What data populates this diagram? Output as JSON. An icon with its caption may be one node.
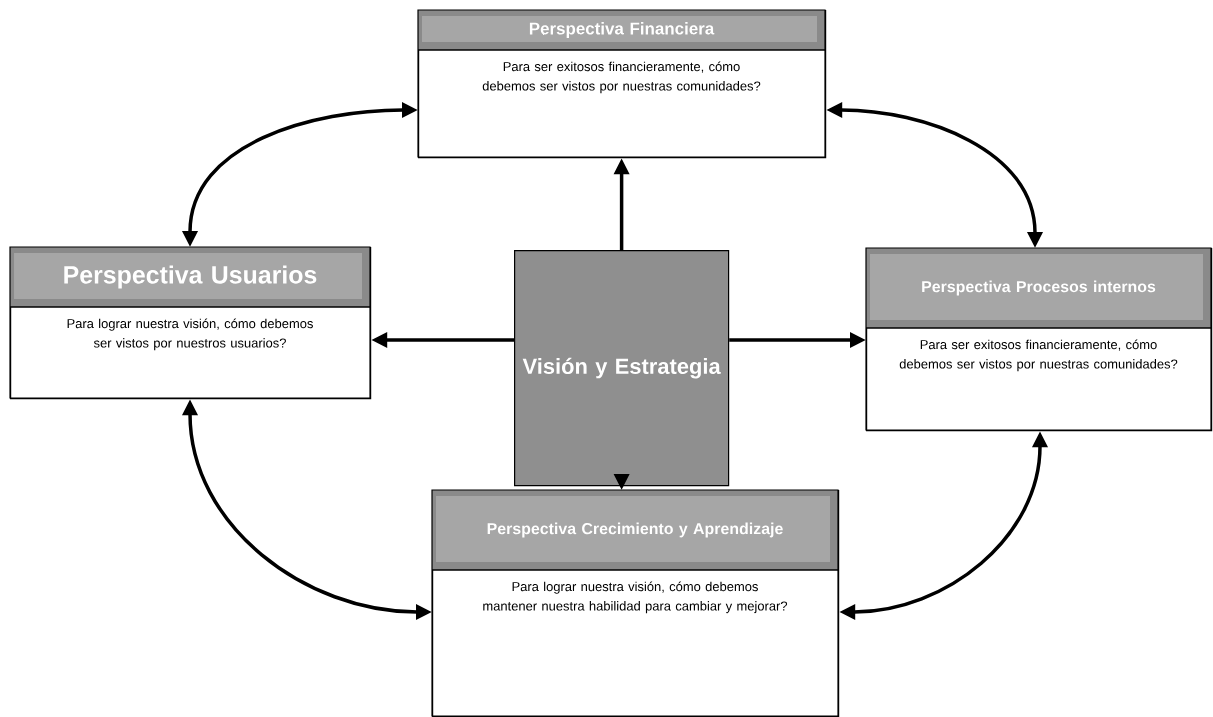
{
  "diagram": {
    "nodes": [
      {
        "text": [
          "Perspectiva Financiera",
          "Para ser exitosos financieramente, cómo debemos ser vistos por nuestras comunidades?"
        ]
      },
      {
        "text": [
          "Perspectiva Usuarios",
          "Para lograr nuestra visión, cómo debemos ser vistos por nuestros usuarios?"
        ]
      },
      {
        "text": [
          "Perspectiva Procesos  internos",
          "Para ser exitosos financieramente, cómo debemos ser vistos por nuestras comunidades?"
        ]
      },
      {
        "text": [
          "Perspectiva Crecimiento y Aprendizaje",
          "Para lograr nuestra visión, cómo debemos mantener nuestra habilidad para cambiar y mejorar?"
        ]
      },
      {
        "text": [
          "Visión y Estrategia"
        ]
      }
    ],
    "edges": [
      {
        "from": 4,
        "to": 0,
        "arrow": "to"
      },
      {
        "from": 4,
        "to": 1,
        "arrow": "to"
      },
      {
        "from": 4,
        "to": 2,
        "arrow": "to"
      },
      {
        "from": 4,
        "to": 3,
        "arrow": "to"
      },
      {
        "from": 0,
        "to": 1,
        "arrow": "both"
      },
      {
        "from": 0,
        "to": 2,
        "arrow": "both"
      },
      {
        "from": 1,
        "to": 3,
        "arrow": "both"
      },
      {
        "from": 2,
        "to": 3,
        "arrow": "both"
      }
    ]
  }
}
